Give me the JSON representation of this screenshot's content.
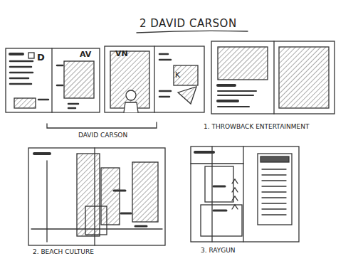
{
  "diagram": {
    "title": "2 DAVID CARSON",
    "labels": [
      "D",
      "AV",
      "VN",
      "K",
      "DAVID CARSON",
      "1. THROWBACK ENTERTAINMENT",
      "2. BEACH CULTURE",
      "3. RAYGUN"
    ]
  }
}
